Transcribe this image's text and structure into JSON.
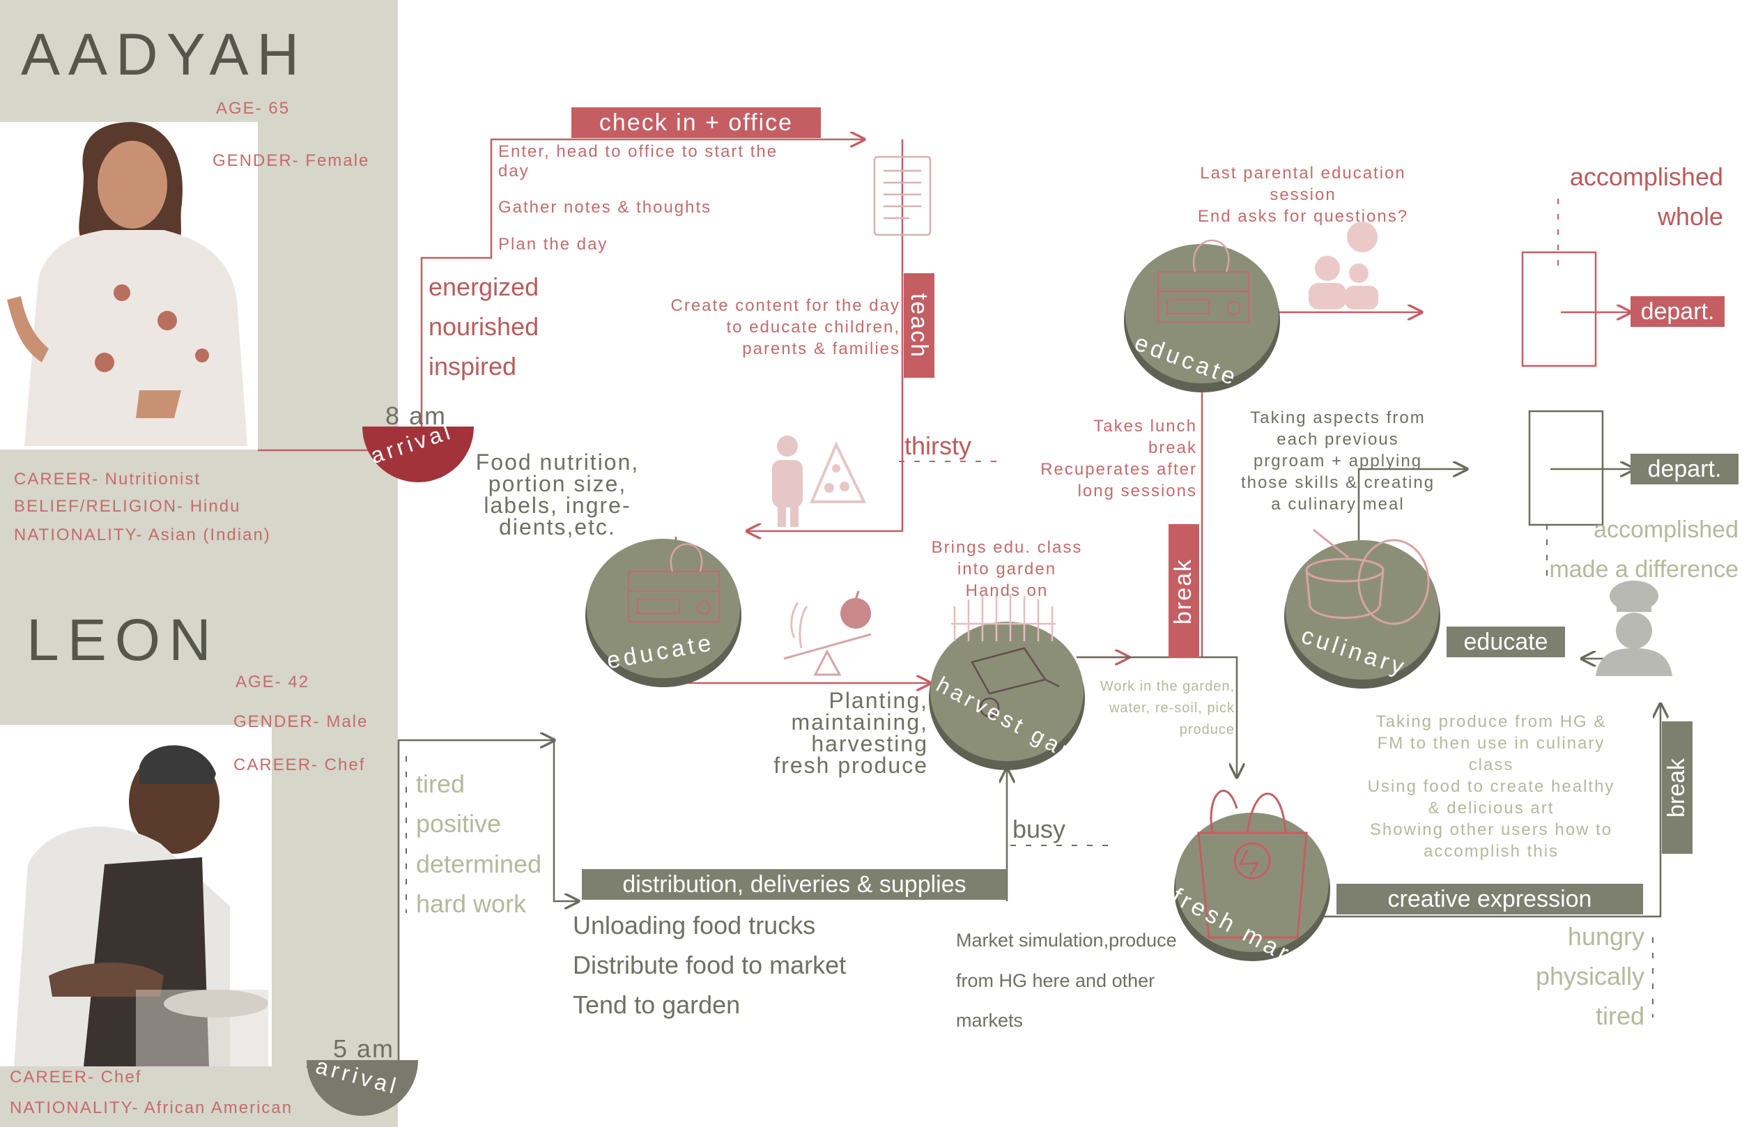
{
  "personas": {
    "aadyah": {
      "name": "AADYAH",
      "age": "AGE- 65",
      "gender": "GENDER- Female",
      "career": "CAREER- Nutritionist",
      "religion": "BELIEF/RELIGION- Hindu",
      "nationality": "NATIONALITY- Asian (Indian)",
      "arrival_time": "8 am",
      "arrival_label": "arrival",
      "feelings": [
        "energized",
        "nourished",
        "inspired"
      ]
    },
    "leon": {
      "name": "LEON",
      "age": "AGE- 42",
      "gender": "GENDER- Male",
      "career_top": "CAREER- Chef",
      "career_bottom": "CAREER- Chef",
      "nationality": "NATIONALITY- African American",
      "arrival_time": "5 am",
      "arrival_label": "arrival",
      "feelings": [
        "tired",
        "positive",
        "determined",
        "hard work"
      ]
    }
  },
  "aadyah_journey": {
    "checkin_label": "check in + office",
    "checkin_notes": [
      "Enter, head to office to start the",
      "day",
      "Gather notes & thoughts",
      "Plan the day"
    ],
    "teach_label": "teach",
    "teach_notes": [
      "Create content for the day",
      "to educate children,",
      "parents & families"
    ],
    "thirsty": "thirsty",
    "nutrition_notes": [
      "Food nutrition,",
      "portion size,",
      "labels, ingre-",
      "dients,etc."
    ],
    "educate_circle": "educate",
    "break_label": "break",
    "lunch_notes": [
      "Takes lunch",
      "break",
      "Recuperates after",
      "long sessions"
    ],
    "educate_circle_2": "educate",
    "parental_notes": [
      "Last parental education",
      "session",
      "End asks for questions?"
    ],
    "depart_label": "depart.",
    "end_feelings": [
      "accomplished",
      "whole"
    ]
  },
  "shared": {
    "harvest_circle": "harvest garden",
    "harvest_notes": [
      "Brings edu. class",
      "into garden",
      "Hands on"
    ],
    "planting_notes": [
      "Planting,",
      "maintaining,",
      "harvesting",
      "fresh produce"
    ],
    "work_notes": [
      "Work in the garden,",
      "water, re-soil, pick",
      "produce"
    ]
  },
  "leon_journey": {
    "distribution_label": "distribution, deliveries & supplies",
    "distribution_notes": [
      "Unloading food trucks",
      "Distribute food to market",
      "Tend to garden"
    ],
    "busy": "busy",
    "market_circle": "fresh market",
    "market_notes": [
      "Market simulation,produce",
      "from HG here and other",
      "markets"
    ],
    "creative_label": "creative expression",
    "hungry_notes": [
      "hungry",
      "physically",
      "tired"
    ],
    "break_label": "break",
    "educate_label": "educate",
    "culinary_circle": "culinary",
    "culinary_notes": [
      "Taking produce from HG &",
      "FM to then use in culinary",
      "class",
      "Using food to create healthy",
      "& delicious art",
      "Showing other users how to",
      "accomplish this"
    ],
    "aspects_notes": [
      "Taking aspects from",
      "each previous",
      "prgroam + applying",
      "those skills & creating",
      "a culinary meal"
    ],
    "depart_label": "depart.",
    "end_feelings": [
      "accomplished",
      "made a difference"
    ]
  },
  "colors": {
    "sidebar": "#d6d6ca",
    "rose": "#c45e63",
    "rose_text": "#c56b6b",
    "olive": "#7d7f6f",
    "circle": "#8c8f78",
    "sage_text": "#b3b99c",
    "grey_text": "#6f6f63"
  },
  "icons": [
    "clipboard-icon",
    "food-pyramid-person-icon",
    "apple-icon",
    "scale-icon",
    "wheat-icon",
    "parents-child-icon",
    "garden-fence-icon",
    "wheelbarrow-icon",
    "grocery-bag-icon",
    "cooking-pot-icon",
    "chef-icon",
    "stove-icon"
  ]
}
